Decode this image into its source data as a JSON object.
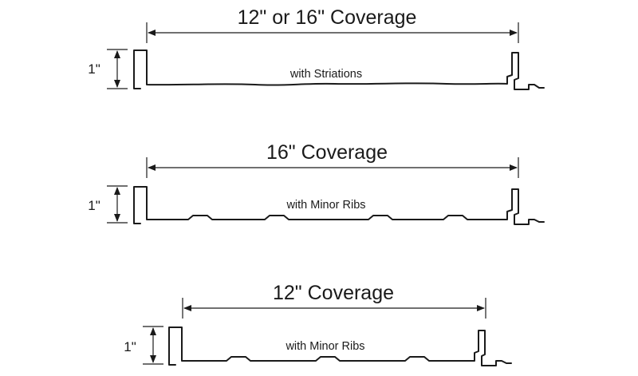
{
  "profiles": [
    {
      "coverage_label": "12\" or 16\" Coverage",
      "feature_label": "with Striations",
      "height_label": "1\""
    },
    {
      "coverage_label": "16\" Coverage",
      "feature_label": "with Minor Ribs",
      "height_label": "1\""
    },
    {
      "coverage_label": "12\" Coverage",
      "feature_label": "with Minor Ribs",
      "height_label": "1\""
    }
  ]
}
